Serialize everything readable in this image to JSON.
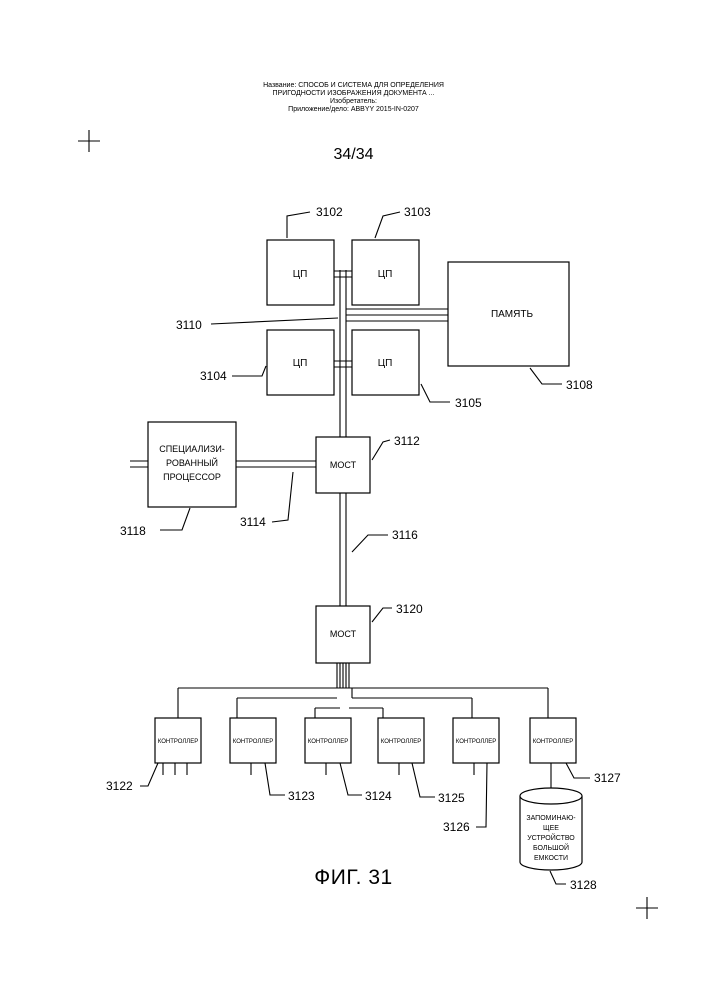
{
  "header": {
    "title_line1": "Название: СПОСОБ И СИСТЕМА ДЛЯ ОПРЕДЕЛЕНИЯ",
    "title_line2": "ПРИГОДНОСТИ ИЗОБРАЖЕНИЯ ДОКУМЕНТА ...",
    "inventor": "Изобретатель:",
    "application": "Приложение/дело: ABBYY 2015-IN-0207"
  },
  "page_number": "34/34",
  "figure_label": "ФИГ. 31",
  "nodes": {
    "cpu_3102": {
      "label": "ЦП",
      "ref": "3102"
    },
    "cpu_3103": {
      "label": "ЦП",
      "ref": "3103"
    },
    "cpu_3104": {
      "label": "ЦП",
      "ref": "3104"
    },
    "cpu_3105": {
      "label": "ЦП",
      "ref": "3105"
    },
    "memory": {
      "label": "ПАМЯТЬ",
      "ref": "3108"
    },
    "bridge_3112": {
      "label": "МОСТ",
      "ref": "3112"
    },
    "bridge_3120": {
      "label": "МОСТ",
      "ref": "3120"
    },
    "special_processor": {
      "label_lines": [
        "СПЕЦИАЛИЗИ-",
        "РОВАННЫЙ",
        "ПРОЦЕССОР"
      ],
      "ref": "3118"
    },
    "controllers": [
      {
        "label": "КОНТРОЛЛЕР",
        "ref": "3122"
      },
      {
        "label": "КОНТРОЛЛЕР",
        "ref": "3123"
      },
      {
        "label": "КОНТРОЛЛЕР",
        "ref": "3124"
      },
      {
        "label": "КОНТРОЛЛЕР",
        "ref": "3125"
      },
      {
        "label": "КОНТРОЛЛЕР",
        "ref": "3126"
      },
      {
        "label": "КОНТРОЛЛЕР",
        "ref": "3127"
      }
    ],
    "storage": {
      "label_lines": [
        "ЗАПОМИНАЮ-",
        "ЩЕЕ",
        "УСТРОЙСТВО",
        "БОЛЬШОЙ",
        "ЕМКОСТИ"
      ],
      "ref": "3128"
    }
  },
  "buses": {
    "bus_3110": "3110",
    "bus_3114": "3114",
    "bus_3116": "3116"
  }
}
